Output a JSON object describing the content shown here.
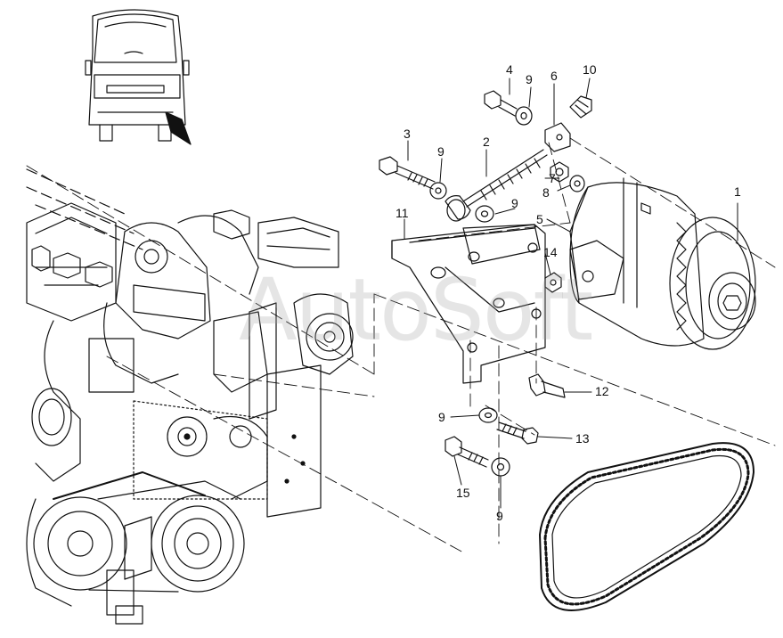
{
  "watermark": "AutoSoft",
  "callouts": [
    "1",
    "2",
    "3",
    "4",
    "5",
    "6",
    "7",
    "8",
    "9",
    "10",
    "11",
    "12",
    "13",
    "14",
    "15"
  ],
  "labels": {
    "n1": "1",
    "n2": "2",
    "n3": "3",
    "n4": "4",
    "n5": "5",
    "n6": "6",
    "n7": "7",
    "n8": "8",
    "n9": "9",
    "n10": "10",
    "n11": "11",
    "n12": "12",
    "n13": "13",
    "n14": "14",
    "n15": "15"
  },
  "icons": {
    "vehicle": "bus-front-view-icon",
    "pointer": "location-arrow-icon"
  },
  "colors": {
    "line": "#111111",
    "background": "#ffffff"
  }
}
